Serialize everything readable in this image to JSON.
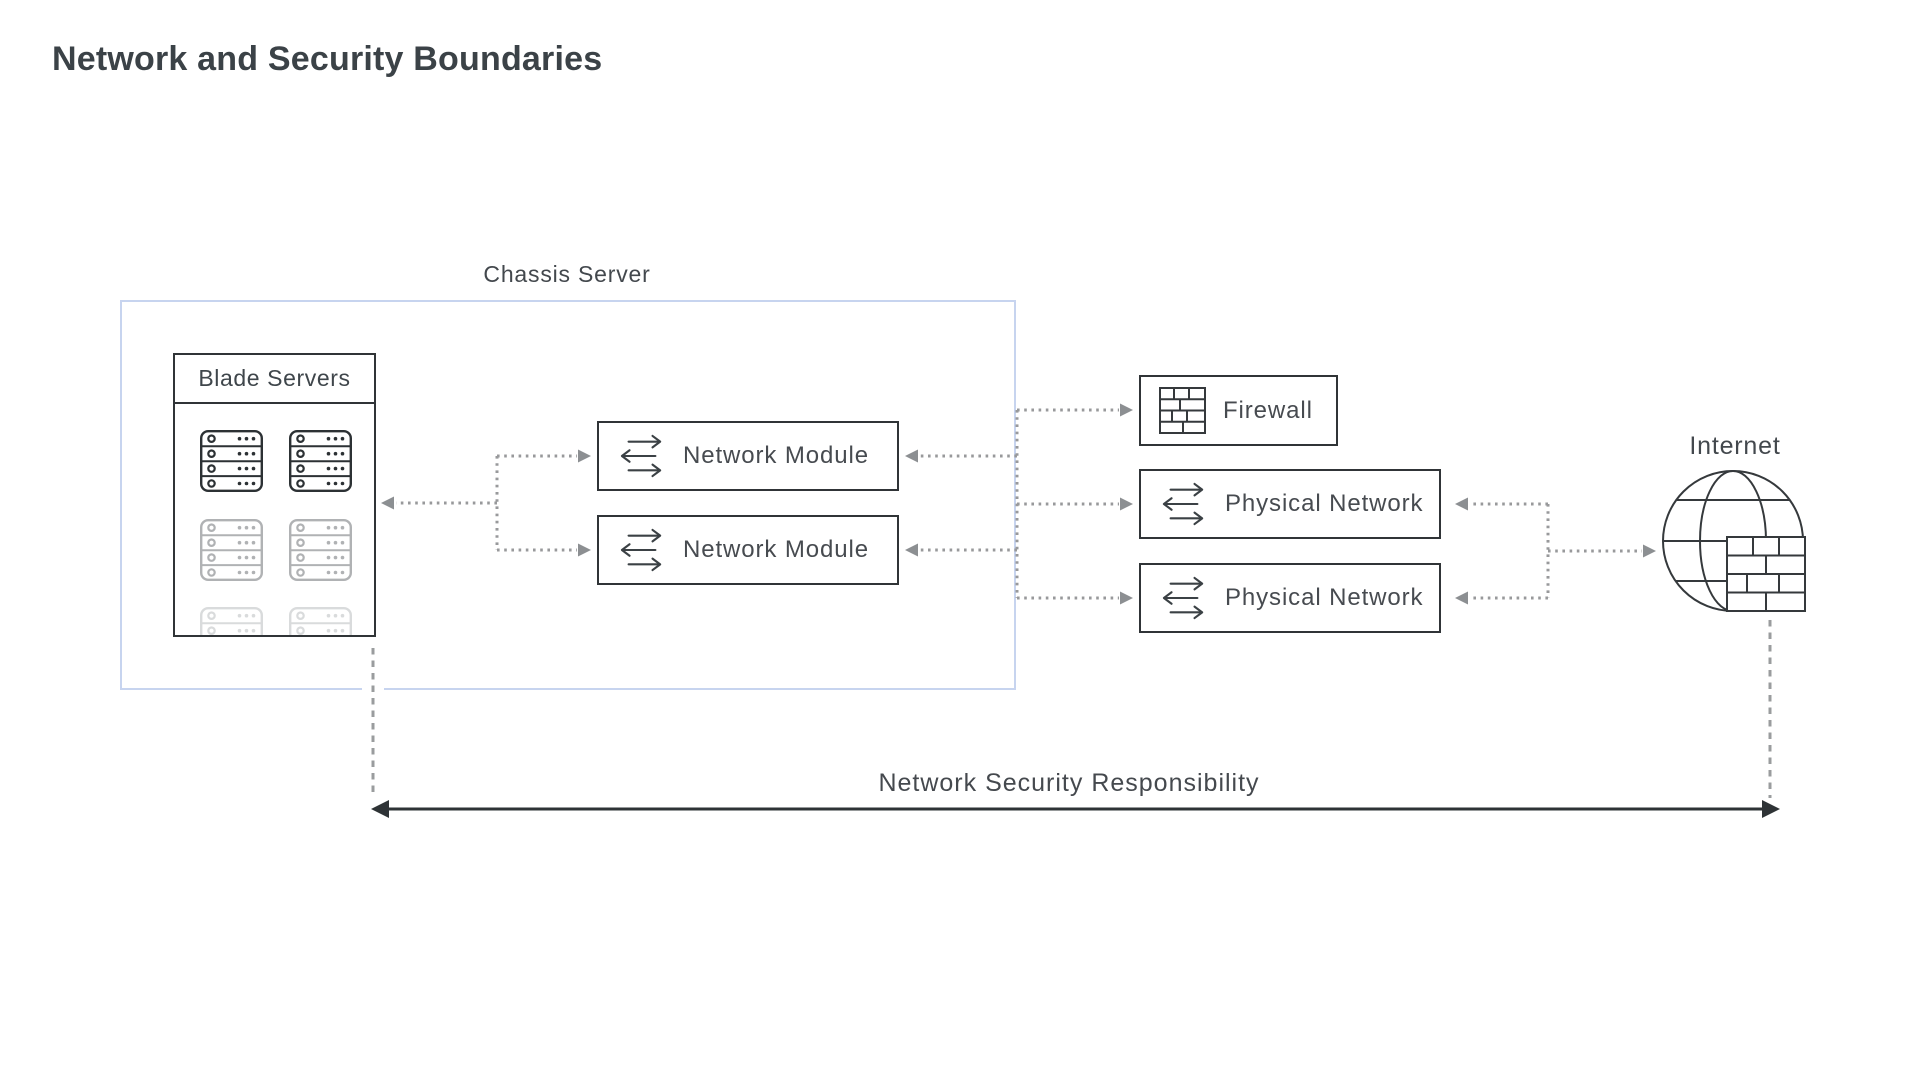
{
  "title": "Network and Security Boundaries",
  "chassis": {
    "label": "Chassis Server",
    "blade": {
      "label": "Blade Servers",
      "rack_columns": 2,
      "rack_rows_visible": 3,
      "rack_slots_per_unit": 4
    }
  },
  "modules": [
    {
      "label": "Network Module"
    },
    {
      "label": "Network Module"
    }
  ],
  "firewall": {
    "label": "Firewall"
  },
  "physical_networks": [
    {
      "label": "Physical Network"
    },
    {
      "label": "Physical Network"
    }
  ],
  "internet": {
    "label": "Internet"
  },
  "responsibility": {
    "label": "Network Security Responsibility"
  },
  "colors": {
    "title_text": "#3b4247",
    "box_border": "#303437",
    "chassis_border": "#c7d4ef",
    "label_text": "#474b50",
    "connector_gray": "#98999b",
    "arrowhead_gray": "#8c8f92",
    "solid_arrow": "#2e3336",
    "rack_dark": "#2c3134",
    "rack_faded": "#b0b2b4",
    "rack_ghost": "#d9dbdc"
  },
  "icons": [
    "server-rack-icon",
    "transfer-arrows-icon",
    "brick-wall-icon",
    "globe-firewall-icon"
  ],
  "connections": [
    {
      "from": "chassis-inner-bus",
      "to": "blade-servers",
      "type": "dotted-arrow"
    },
    {
      "from": "chassis-inner-bus",
      "to": "network-module-1",
      "type": "dotted-arrow"
    },
    {
      "from": "chassis-inner-bus",
      "to": "network-module-2",
      "type": "dotted-arrow"
    },
    {
      "from": "chassis-edge-bus",
      "to": "network-module-1",
      "type": "dotted-arrow"
    },
    {
      "from": "chassis-edge-bus",
      "to": "network-module-2",
      "type": "dotted-arrow"
    },
    {
      "from": "chassis-edge-bus",
      "to": "firewall",
      "type": "dotted-arrow"
    },
    {
      "from": "chassis-edge-bus",
      "to": "physical-network-1",
      "type": "dotted-arrow"
    },
    {
      "from": "chassis-edge-bus",
      "to": "physical-network-2",
      "type": "dotted-arrow"
    },
    {
      "from": "internet-bus",
      "to": "physical-network-1",
      "type": "dotted-arrow"
    },
    {
      "from": "internet-bus",
      "to": "physical-network-2",
      "type": "dotted-arrow"
    },
    {
      "from": "internet-bus",
      "to": "internet-globe",
      "type": "dotted-arrow"
    },
    {
      "from": "blade-servers",
      "to": "internet-globe",
      "type": "double-headed-solid-arrow",
      "label": "Network Security Responsibility"
    }
  ]
}
